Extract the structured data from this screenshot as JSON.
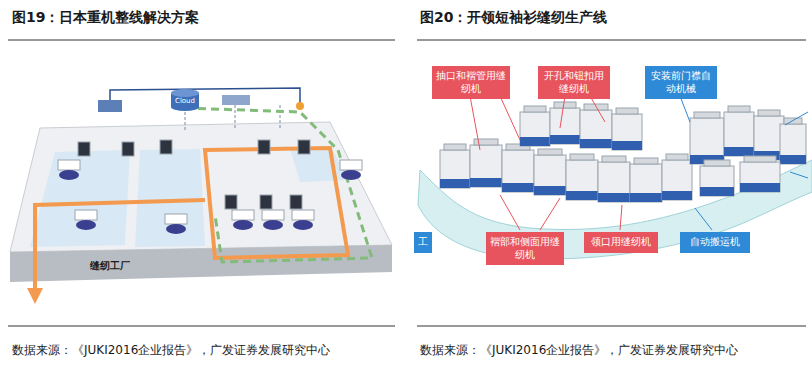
{
  "diagram": {
    "nodes": [
      {
        "text": [
          "Cloud"
        ]
      },
      {
        "text": [
          "抽口和褶管用缝纫机"
        ]
      },
      {
        "text": [
          "开孔和钮扣用缝纫机"
        ]
      },
      {
        "text": [
          "安装前门襟自动机械"
        ]
      },
      {
        "text": [
          "工"
        ]
      },
      {
        "text": [
          "褶部和侧面用缝纫机"
        ]
      },
      {
        "text": [
          "领口用缝纫机"
        ]
      },
      {
        "text": [
          "自动搬运机"
        ]
      }
    ],
    "labels": [
      "图19：日本重机整线解决方案",
      "图20：开领短袖衫缝纫生产线",
      "缝纫工厂",
      "数据来源：《JUKI2016企业报告》，广发证券发展研究中心",
      "数据来源：《JUKI2016企业报告》，广发证券发展研究中心"
    ]
  }
}
